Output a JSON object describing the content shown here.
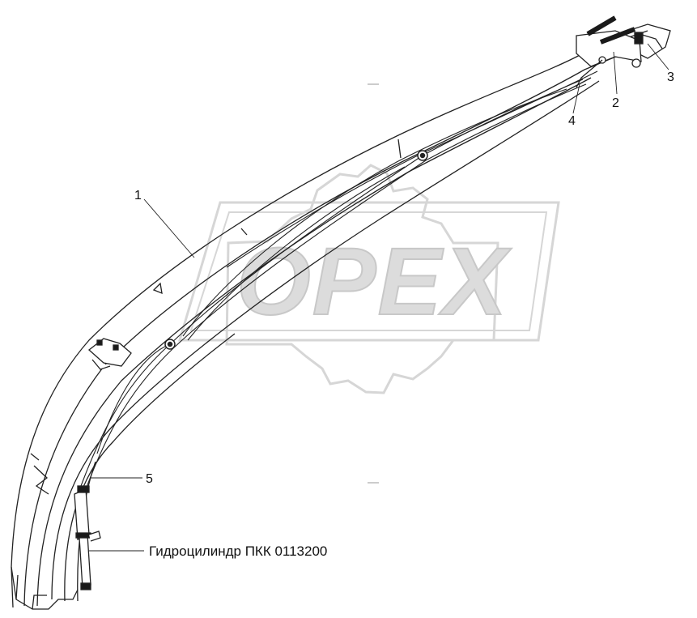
{
  "watermark": {
    "text": "OPEX",
    "color": "#d8d8d8"
  },
  "callouts": [
    {
      "id": "1",
      "label": "1"
    },
    {
      "id": "2",
      "label": "2"
    },
    {
      "id": "3",
      "label": "3"
    },
    {
      "id": "4",
      "label": "4"
    },
    {
      "id": "5",
      "label": "5"
    }
  ],
  "caption": {
    "text": "Гидроцилиндр ПКК 0113200"
  },
  "colors": {
    "line": "#222222",
    "fill": "#ffffff",
    "accent_dark": "#1a1a1a"
  }
}
